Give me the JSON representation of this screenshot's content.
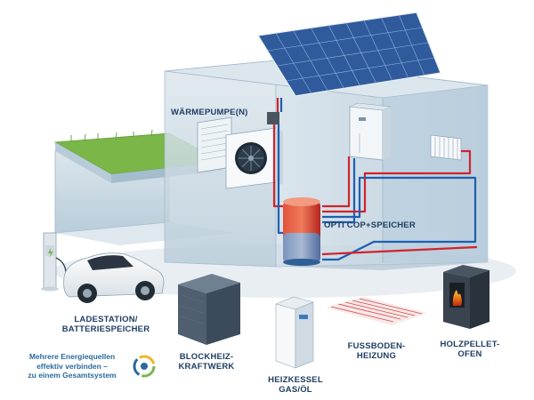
{
  "labels": {
    "heatpump": "WÄRMEPUMPE(N)",
    "storage": "OPTI COP+SPEICHER",
    "charging": [
      "LADESTATION/",
      "BATTERIESPEICHER"
    ],
    "chp": [
      "BLOCKHEIZ-",
      "KRAFTWERK"
    ],
    "boiler": [
      "HEIZKESSEL",
      "GAS/ÖL"
    ],
    "floor": [
      "FUSSBODEN-",
      "HEIZUNG"
    ],
    "pellet": [
      "HOLZPELLET-",
      "OFEN"
    ]
  },
  "tagline": [
    "Mehrere Energiequellen",
    "effektiv verbinden –",
    "zu einem Gesamtsystem"
  ],
  "colors": {
    "label": "#1f3e63",
    "tagline": "#2a6a9c",
    "pipe_hot": "#d0242c",
    "pipe_cold": "#1d5fb0",
    "wall": "#c3d4df",
    "roof_green": "#7ab648",
    "solar": "#2f5b9c"
  },
  "icons": {
    "logo": "circular-energy-logo-icon"
  }
}
